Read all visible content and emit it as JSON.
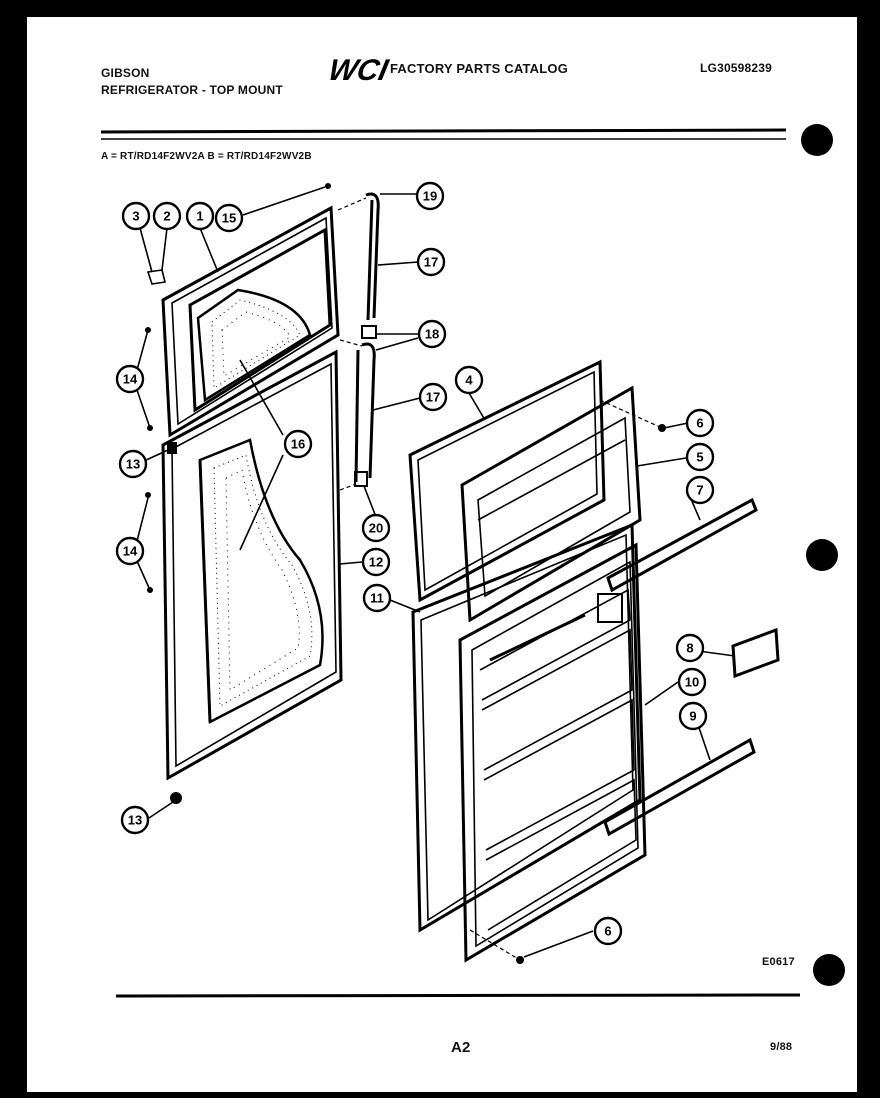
{
  "header": {
    "brand": "GIBSON",
    "product": "REFRIGERATOR - TOP MOUNT",
    "logo": "WCI",
    "catalog_title": "FACTORY PARTS CATALOG",
    "catalog_number": "LG30598239",
    "models": "A = RT/RD14F2WV2A   B = RT/RD14F2WV2B"
  },
  "footer": {
    "drawing_code": "E0617",
    "page": "A2",
    "date": "9/88"
  },
  "callouts": [
    "1",
    "2",
    "3",
    "4",
    "5",
    "6",
    "6",
    "7",
    "8",
    "9",
    "10",
    "11",
    "12",
    "13",
    "13",
    "14",
    "14",
    "15",
    "16",
    "17",
    "17",
    "18",
    "19",
    "20"
  ]
}
